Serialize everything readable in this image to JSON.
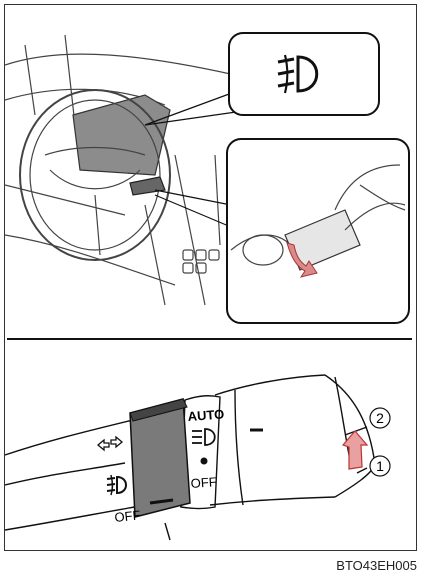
{
  "figure": {
    "reference_code": "BTO43EH005",
    "top_panel": {
      "callout_icon": "front-fog-light-icon"
    },
    "bottom_panel": {
      "switch_labels": {
        "auto": "AUTO",
        "off_upper": "OFF",
        "off_lower": "OFF"
      },
      "position_markers": [
        "1",
        "2"
      ],
      "icons": [
        "turn-signal-arrows-icon",
        "headlight-icon",
        "front-fog-light-icon",
        "up-arrow-icon"
      ]
    }
  }
}
